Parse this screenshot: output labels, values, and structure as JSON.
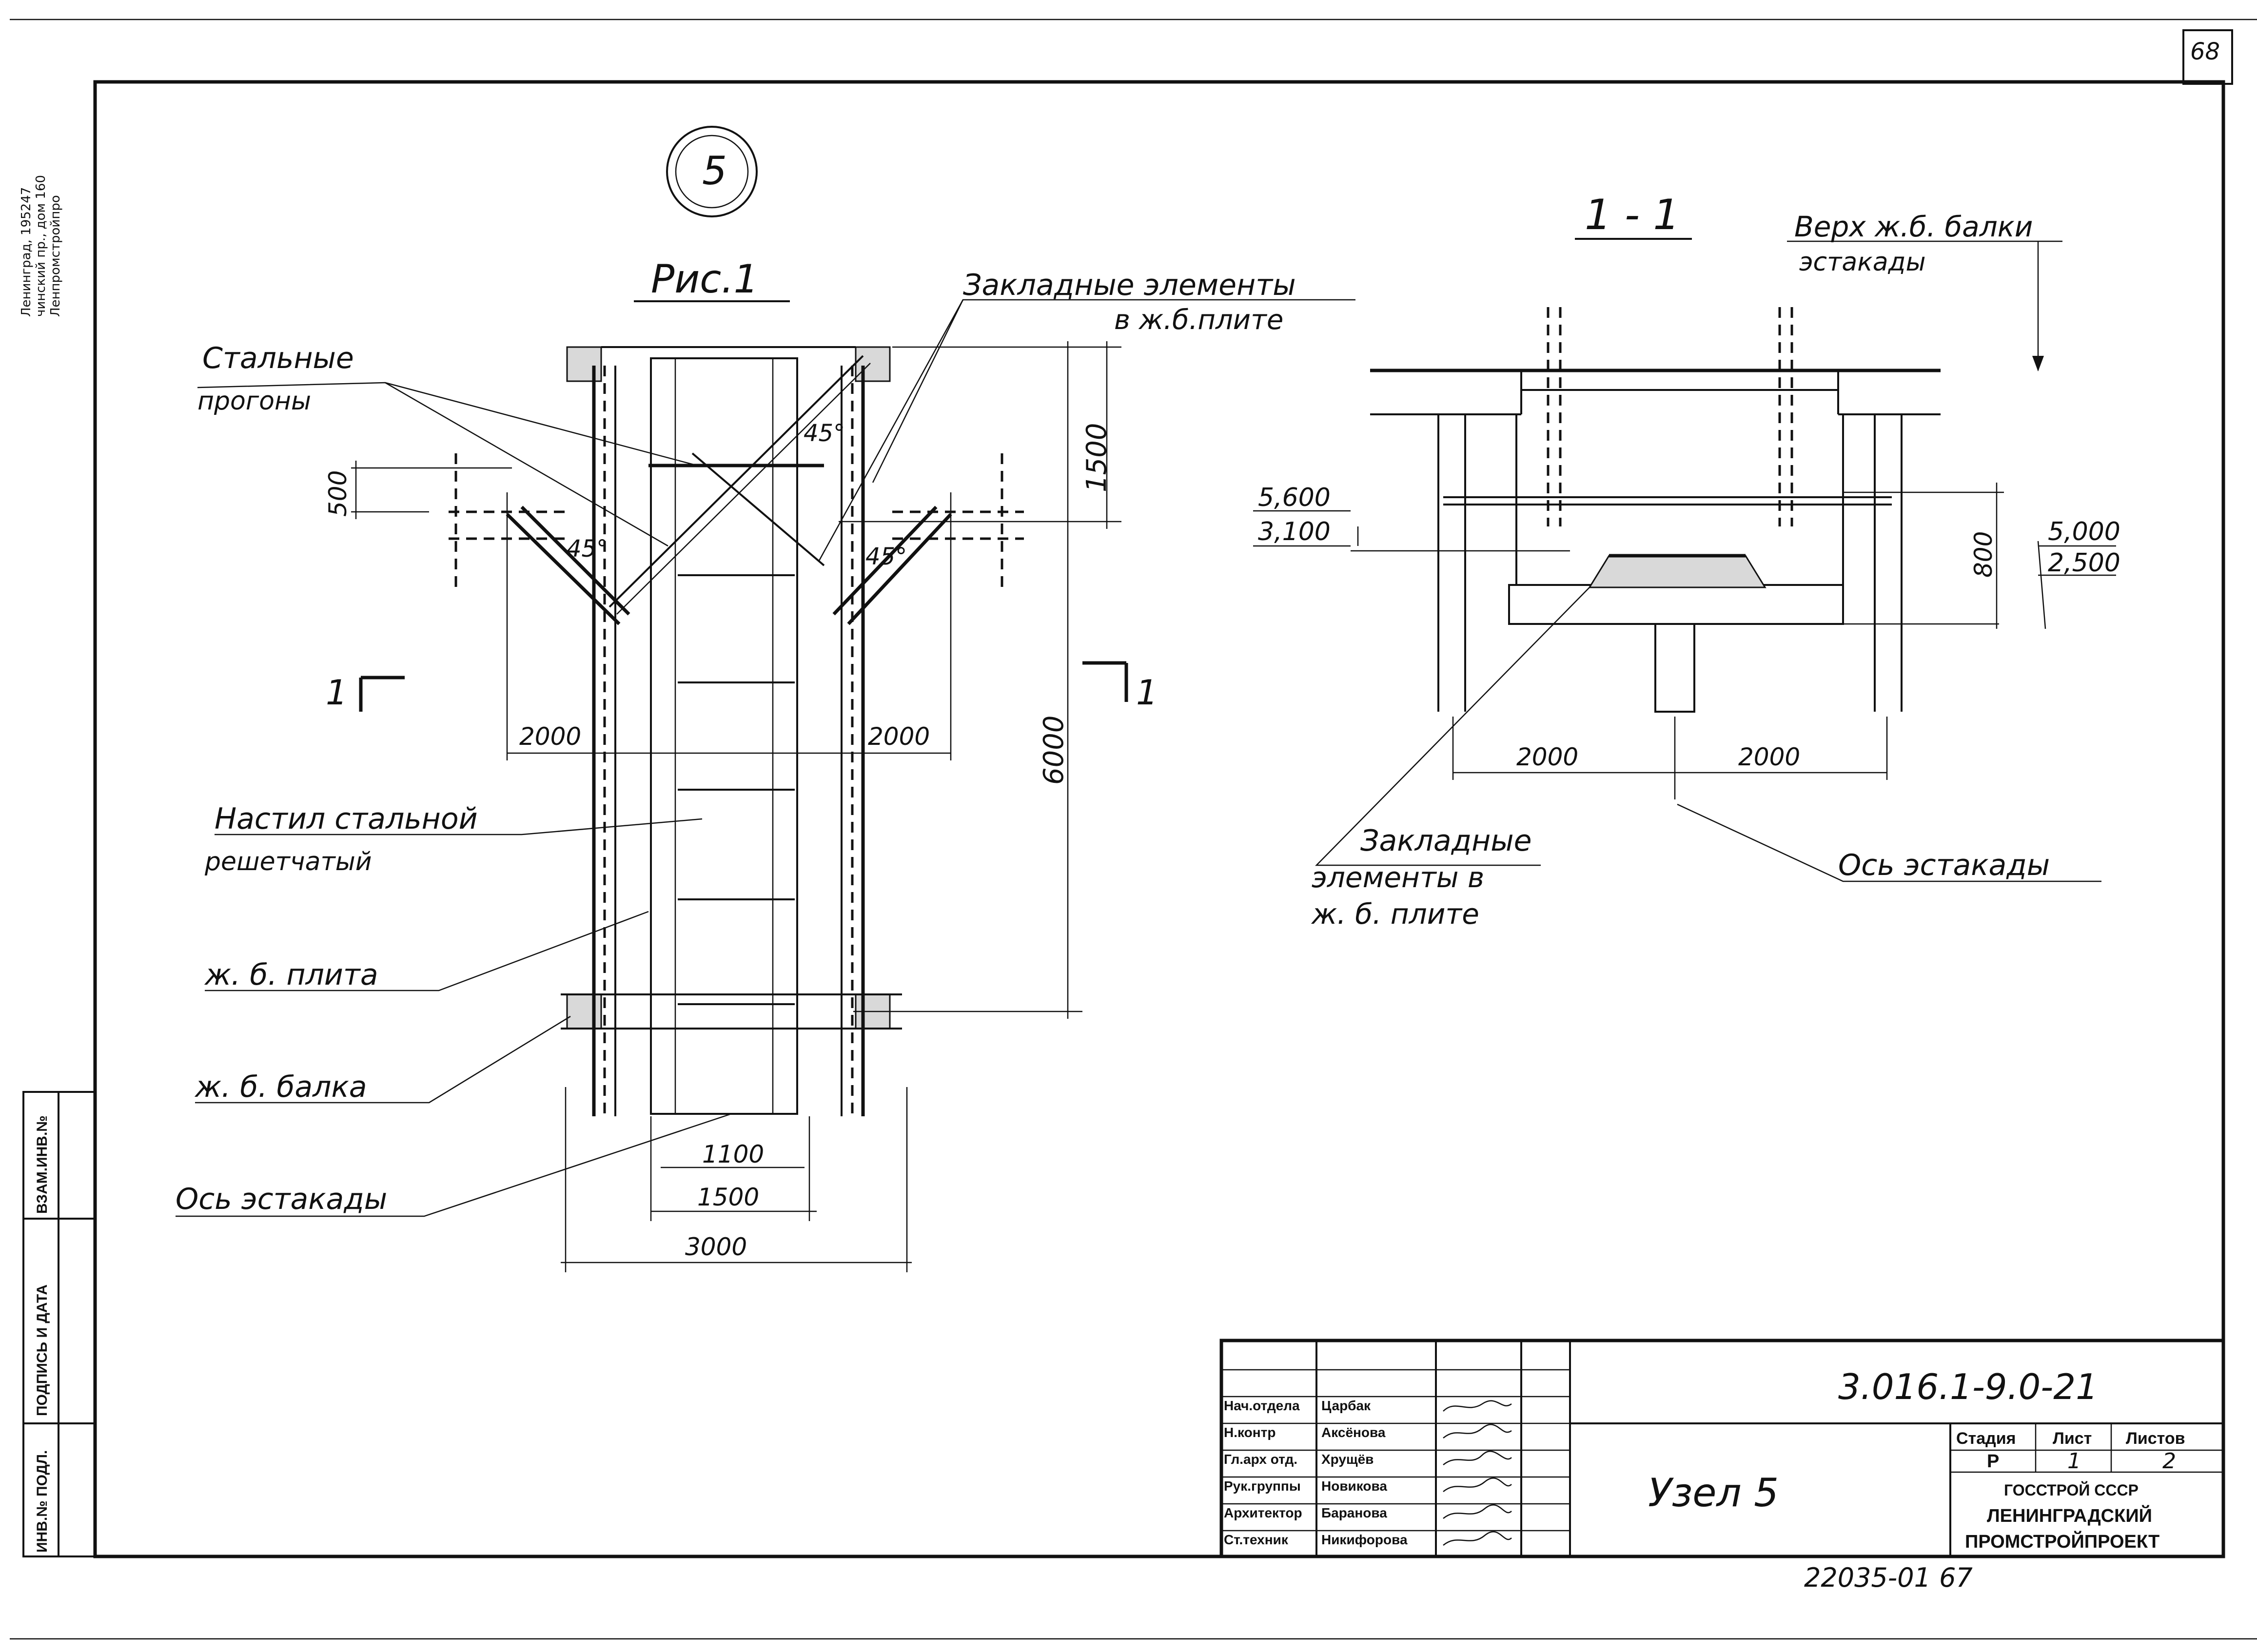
{
  "sheet": {
    "page_number": "68",
    "side_stamp": [
      "Ленинград, 195247",
      "чинский пр., дом 160",
      "Ленпромстройпро"
    ]
  },
  "left_strip": {
    "cells": [
      "ИНВ.№ ПОДЛ.",
      "ПОДПИСЬ И ДАТА",
      "ВЗАМ.ИНВ.№"
    ]
  },
  "plan": {
    "node_number": "5",
    "title": "Рис.1",
    "section_left": "1",
    "section_right": "1",
    "angles": [
      "45°",
      "45°",
      "45°"
    ],
    "dimensions": {
      "d500": "500",
      "d1500v": "1500",
      "d6000": "6000",
      "d2000_left": "2000",
      "d2000_right": "2000",
      "d1100": "1100",
      "d1500h": "1500",
      "d3000": "3000"
    },
    "labels": {
      "steel_purlins_line1": "Стальные",
      "steel_purlins_line2": "прогоны",
      "embedded_line1": "Закладные элементы",
      "embedded_line2": "в ж.б.плите",
      "deck_line1": "Настил стальной",
      "deck_line2": "решетчатый",
      "slab": "ж. б. плита",
      "beam": "ж. б. балка",
      "axis": "Ось эстакады"
    }
  },
  "section": {
    "title": "1 - 1",
    "labels": {
      "top_beam_line1": "Верх ж.б. балки",
      "top_beam_line2": "эстакады",
      "embedded_line1": "Закладные",
      "embedded_line2": "элементы в",
      "embedded_line3": "ж. б. плите",
      "axis": "Ось эстакады"
    },
    "levels": {
      "left_upper": "5,600",
      "left_lower": "3,100",
      "right_upper": "5,000",
      "right_lower": "2,500"
    },
    "dimensions": {
      "d800": "800",
      "d2000_left": "2000",
      "d2000_right": "2000"
    }
  },
  "title_block": {
    "designation": "3.016.1-9.0-21",
    "sheet_name": "Узел 5",
    "stage_header": "Стадия",
    "sheet_header": "Лист",
    "sheets_header": "Листов",
    "stage_value": "Р",
    "sheet_value": "1",
    "sheets_value": "2",
    "org_line1": "ГОССТРОЙ СССР",
    "org_line2": "ЛЕНИНГРАДСКИЙ",
    "org_line3": "ПРОМСТРОЙПРОЕКТ",
    "signatories": [
      {
        "role": "Нач.отдела",
        "name": "Царбак"
      },
      {
        "role": "Н.контр",
        "name": "Аксёнова"
      },
      {
        "role": "Гл.арх отд.",
        "name": "Хрущёв"
      },
      {
        "role": "Рук.группы",
        "name": "Новикова"
      },
      {
        "role": "Архитектор",
        "name": "Баранова"
      },
      {
        "role": "Ст.техник",
        "name": "Никифорова"
      }
    ]
  },
  "footer": {
    "archive_number": "22035-01  67"
  }
}
